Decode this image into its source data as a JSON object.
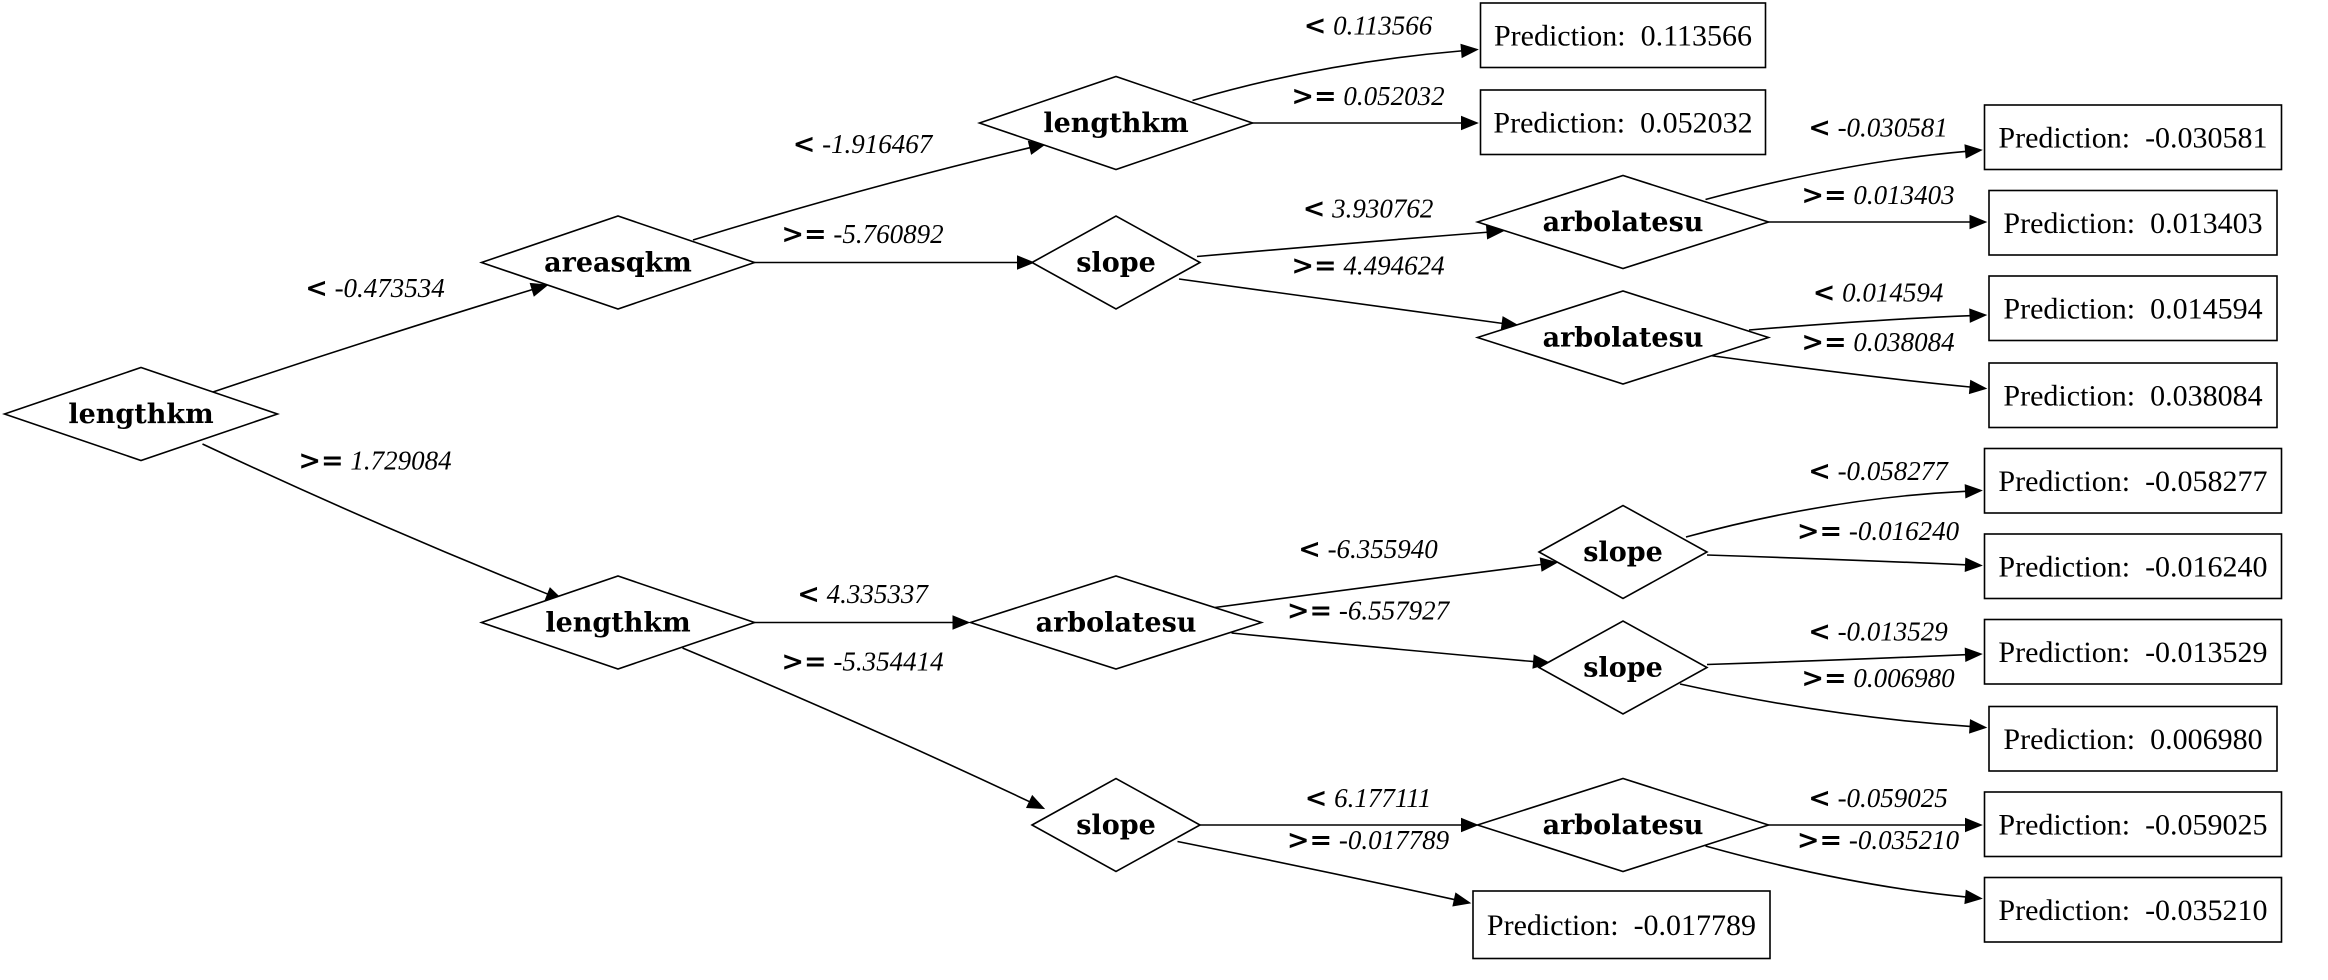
{
  "diagram": {
    "decision_nodes": [
      {
        "id": "n0",
        "label": "lengthkm"
      },
      {
        "id": "n1",
        "label": "areasqkm"
      },
      {
        "id": "n2",
        "label": "lengthkm"
      },
      {
        "id": "n3",
        "label": "lengthkm"
      },
      {
        "id": "n4",
        "label": "slope"
      },
      {
        "id": "n5",
        "label": "arbolatesu"
      },
      {
        "id": "n6",
        "label": "arbolatesu"
      },
      {
        "id": "n7",
        "label": "arbolatesu"
      },
      {
        "id": "n8",
        "label": "slope"
      },
      {
        "id": "n9",
        "label": "slope"
      },
      {
        "id": "n10",
        "label": "slope"
      },
      {
        "id": "n11",
        "label": "arbolatesu"
      }
    ],
    "leaves": [
      {
        "id": "p1",
        "label": "Prediction:  0.113566"
      },
      {
        "id": "p2",
        "label": "Prediction:  0.052032"
      },
      {
        "id": "p3",
        "label": "Prediction:  -0.030581"
      },
      {
        "id": "p4",
        "label": "Prediction:  0.013403"
      },
      {
        "id": "p5",
        "label": "Prediction:  0.014594"
      },
      {
        "id": "p6",
        "label": "Prediction:  0.038084"
      },
      {
        "id": "p7",
        "label": "Prediction:  -0.058277"
      },
      {
        "id": "p8",
        "label": "Prediction:  -0.016240"
      },
      {
        "id": "p9",
        "label": "Prediction:  -0.013529"
      },
      {
        "id": "p10",
        "label": "Prediction:  0.006980"
      },
      {
        "id": "p11",
        "label": "Prediction:  -0.059025"
      },
      {
        "id": "p12",
        "label": "Prediction:  -0.035210"
      },
      {
        "id": "p13",
        "label": "Prediction:  -0.017789"
      }
    ],
    "edges": [
      {
        "from": "n0",
        "to": "n1",
        "op": "<",
        "value": "-0.473534"
      },
      {
        "from": "n0",
        "to": "n2",
        "op": ">=",
        "value": "1.729084"
      },
      {
        "from": "n1",
        "to": "n3",
        "op": "<",
        "value": "-1.916467"
      },
      {
        "from": "n1",
        "to": "n4",
        "op": ">=",
        "value": "-5.760892"
      },
      {
        "from": "n3",
        "to": "p1",
        "op": "<",
        "value": "0.113566"
      },
      {
        "from": "n3",
        "to": "p2",
        "op": ">=",
        "value": "0.052032"
      },
      {
        "from": "n4",
        "to": "n5",
        "op": "<",
        "value": "3.930762"
      },
      {
        "from": "n4",
        "to": "n6",
        "op": ">=",
        "value": "4.494624"
      },
      {
        "from": "n5",
        "to": "p3",
        "op": "<",
        "value": "-0.030581"
      },
      {
        "from": "n5",
        "to": "p4",
        "op": ">=",
        "value": "0.013403"
      },
      {
        "from": "n6",
        "to": "p5",
        "op": "<",
        "value": "0.014594"
      },
      {
        "from": "n6",
        "to": "p6",
        "op": ">=",
        "value": "0.038084"
      },
      {
        "from": "n2",
        "to": "n7",
        "op": "<",
        "value": "4.335337"
      },
      {
        "from": "n2",
        "to": "n10",
        "op": ">=",
        "value": "-5.354414"
      },
      {
        "from": "n7",
        "to": "n8",
        "op": "<",
        "value": "-6.355940"
      },
      {
        "from": "n7",
        "to": "n9",
        "op": ">=",
        "value": "-6.557927"
      },
      {
        "from": "n8",
        "to": "p7",
        "op": "<",
        "value": "-0.058277"
      },
      {
        "from": "n8",
        "to": "p8",
        "op": ">=",
        "value": "-0.016240"
      },
      {
        "from": "n9",
        "to": "p9",
        "op": "<",
        "value": "-0.013529"
      },
      {
        "from": "n9",
        "to": "p10",
        "op": ">=",
        "value": "0.006980"
      },
      {
        "from": "n10",
        "to": "n11",
        "op": "<",
        "value": "6.177111"
      },
      {
        "from": "n10",
        "to": "p13",
        "op": ">=",
        "value": "-0.017789"
      },
      {
        "from": "n11",
        "to": "p11",
        "op": "<",
        "value": "-0.059025"
      },
      {
        "from": "n11",
        "to": "p12",
        "op": ">=",
        "value": "-0.035210"
      }
    ]
  }
}
